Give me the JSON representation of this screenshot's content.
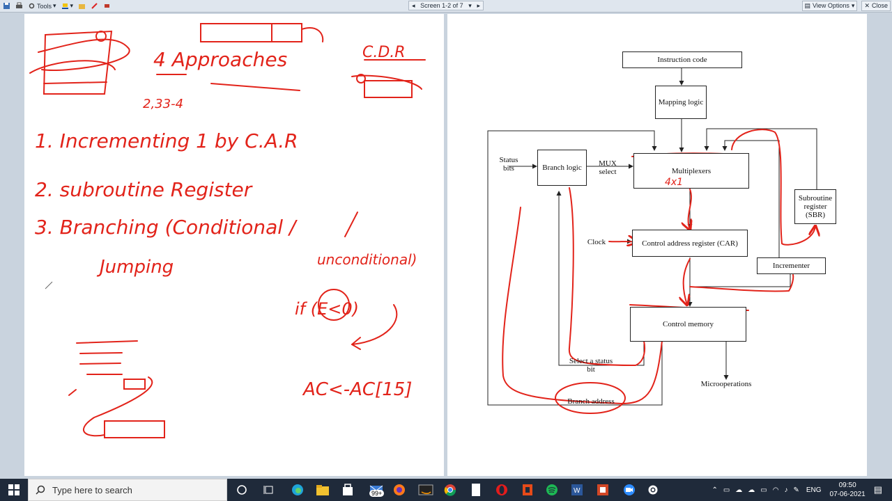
{
  "toolbar": {
    "tools_label": "Tools",
    "screen_label": "Screen 1-2 of 7",
    "view_options_label": "View Options",
    "close_label": "Close"
  },
  "left_notes": {
    "title": "4 Approaches",
    "cdr": "C.D.R",
    "pages": "2,33-4",
    "item1": "1. Incrementing 1 by C.A.R",
    "item2": "2. subroutine Register",
    "item3": "3. Branching (Conditional /",
    "item3b": "unconditional)",
    "item3c": "Jumping",
    "cond": "if (E<0)",
    "ac": "AC<-AC[15]"
  },
  "diagram": {
    "instruction_code": "Instruction code",
    "mapping_logic": "Mapping logic",
    "status_bits": "Status bits",
    "branch_logic": "Branch logic",
    "mux_select": "MUX select",
    "multiplexers": "Multiplexers",
    "mux_note": "4x1",
    "subroutine_register": "Subroutine register (SBR)",
    "clock": "Clock",
    "car": "Control address register (CAR)",
    "incrementer": "Incrementer",
    "control_memory": "Control memory",
    "select_status": "Select a status bit",
    "microoperations": "Microoperations",
    "branch_address": "Branch address"
  },
  "taskbar": {
    "search_placeholder": "Type here to search",
    "mail_badge": "99+",
    "language": "ENG",
    "time": "09:50",
    "date": "07-06-2021"
  },
  "colors": {
    "ink": "#e2231a",
    "taskbar": "#1f2a3a"
  }
}
